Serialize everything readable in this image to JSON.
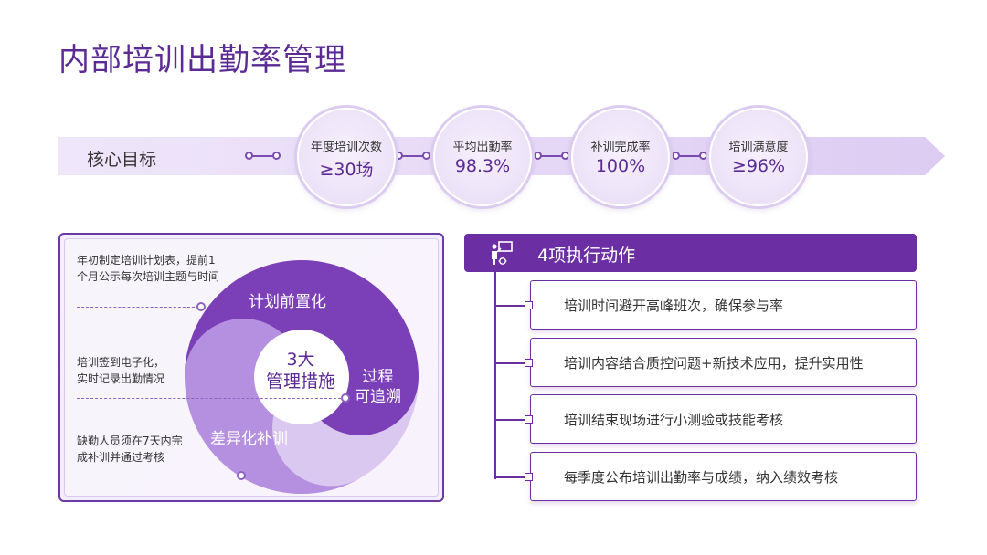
{
  "title": "内部培训出勤率管理",
  "goals": {
    "label": "核心目标",
    "items": [
      {
        "label": "年度培训次数",
        "value": "≥30场"
      },
      {
        "label": "平均出勤率",
        "value": "98.3%"
      },
      {
        "label": "补训完成率",
        "value": "100%"
      },
      {
        "label": "培训满意度",
        "value": "≥96%"
      }
    ]
  },
  "measures": {
    "center": [
      "3大",
      "管理措施"
    ],
    "segments": [
      "计划前置化",
      "过程",
      "可追溯",
      "差异化补训"
    ],
    "notes": [
      "年初制定培训计划表，提前1个月公示每次培训主题与时间",
      "培训签到电子化，实时记录出勤情况",
      "缺勤人员须在7天内完成补训并通过考核"
    ]
  },
  "actions": {
    "title": "4项执行动作",
    "items": [
      "培训时间避开高峰班次，确保参与率",
      "培训内容结合质控问题+新技术应用，提升实用性",
      "培训结束现场进行小测验或技能考核",
      "每季度公布培训出勤率与成绩，纳入绩效考核"
    ]
  },
  "colors": {
    "primary": "#6b2fa3",
    "title": "#5b2a94",
    "dark_segment": "#7b3fb8",
    "mid_segment": "#b58fe0",
    "light_segment": "#dac8f1",
    "band": "#ece2f8"
  }
}
